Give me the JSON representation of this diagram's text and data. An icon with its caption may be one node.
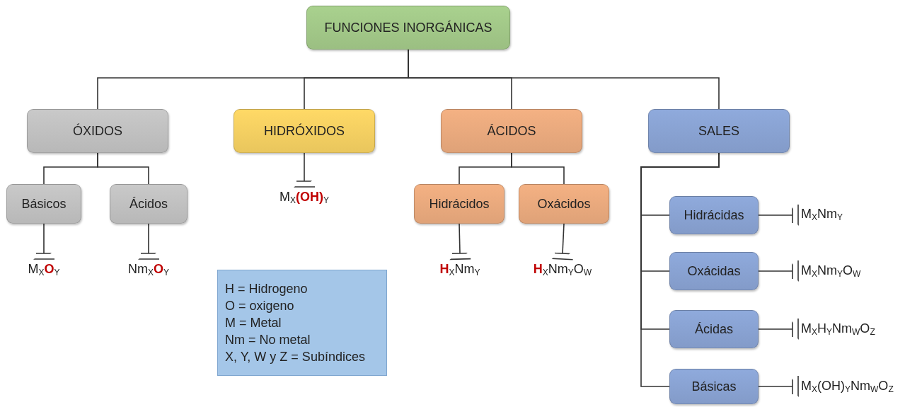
{
  "diagram": {
    "nodes": [
      {
        "text": [
          "FUNCIONES INORGÁNICAS"
        ]
      },
      {
        "text": [
          "ÓXIDOS"
        ]
      },
      {
        "text": [
          "HIDRÓXIDOS"
        ]
      },
      {
        "text": [
          "ÁCIDOS"
        ]
      },
      {
        "text": [
          "SALES"
        ]
      },
      {
        "text": [
          "Básicos"
        ]
      },
      {
        "text": [
          "Ácidos"
        ]
      },
      {
        "text": [
          "Hidrácidos"
        ]
      },
      {
        "text": [
          "Oxácidos"
        ]
      },
      {
        "text": [
          "Hidrácidas"
        ]
      },
      {
        "text": [
          "Oxácidas"
        ]
      },
      {
        "text": [
          "Ácidas"
        ]
      },
      {
        "text": [
          "Básicas"
        ]
      },
      {
        "text": [
          "M$_{X}$**O**$_{Y}$"
        ]
      },
      {
        "text": [
          "Nm$_{X}$**O**$_{Y}$"
        ]
      },
      {
        "text": [
          "M$_{X}$**(OH)**$_{Y}$"
        ]
      },
      {
        "text": [
          "**H**$_{X}$Nm$_{Y}$"
        ]
      },
      {
        "text": [
          "**H**$_{X}$Nm$_{Y}$O$_{W}$"
        ]
      },
      {
        "text": [
          "M$_{X}$Nm$_{Y}$"
        ]
      },
      {
        "text": [
          "M$_{X}$Nm$_{Y}$O$_{W}$"
        ]
      },
      {
        "text": [
          "M$_{X}$H$_{Y}$Nm$_{W}$O$_{Z}$"
        ]
      },
      {
        "text": [
          "M$_{X}$(OH)$_{Y}$Nm$_{W}$O$_{Z}$"
        ]
      },
      {
        "text": [
          "H = Hidrogeno",
          "O = oxigeno",
          "M = Metal",
          "Nm = No metal",
          "X, Y, W y Z = Subíndices"
        ]
      }
    ],
    "edges": [
      {
        "from": 0,
        "to": 1,
        "arrow": "none"
      },
      {
        "from": 0,
        "to": 2,
        "arrow": "none"
      },
      {
        "from": 0,
        "to": 3,
        "arrow": "none"
      },
      {
        "from": 0,
        "to": 4,
        "arrow": "none"
      },
      {
        "from": 1,
        "to": 5,
        "arrow": "none"
      },
      {
        "from": 1,
        "to": 6,
        "arrow": "none"
      },
      {
        "from": 3,
        "to": 7,
        "arrow": "none"
      },
      {
        "from": 3,
        "to": 8,
        "arrow": "none"
      },
      {
        "from": 4,
        "to": 9,
        "arrow": "none"
      },
      {
        "from": 4,
        "to": 10,
        "arrow": "none"
      },
      {
        "from": 4,
        "to": 11,
        "arrow": "none"
      },
      {
        "from": 4,
        "to": 12,
        "arrow": "none"
      },
      {
        "from": 5,
        "to": 13,
        "arrow": "other"
      },
      {
        "from": 6,
        "to": 14,
        "arrow": "other"
      },
      {
        "from": 2,
        "to": 15,
        "arrow": "other"
      },
      {
        "from": 7,
        "to": 16,
        "arrow": "other"
      },
      {
        "from": 8,
        "to": 17,
        "arrow": "other"
      },
      {
        "from": 9,
        "to": 18,
        "arrow": "other"
      },
      {
        "from": 10,
        "to": 19,
        "arrow": "other"
      },
      {
        "from": 11,
        "to": 20,
        "arrow": "other"
      },
      {
        "from": 12,
        "to": 21,
        "arrow": "other"
      }
    ]
  }
}
